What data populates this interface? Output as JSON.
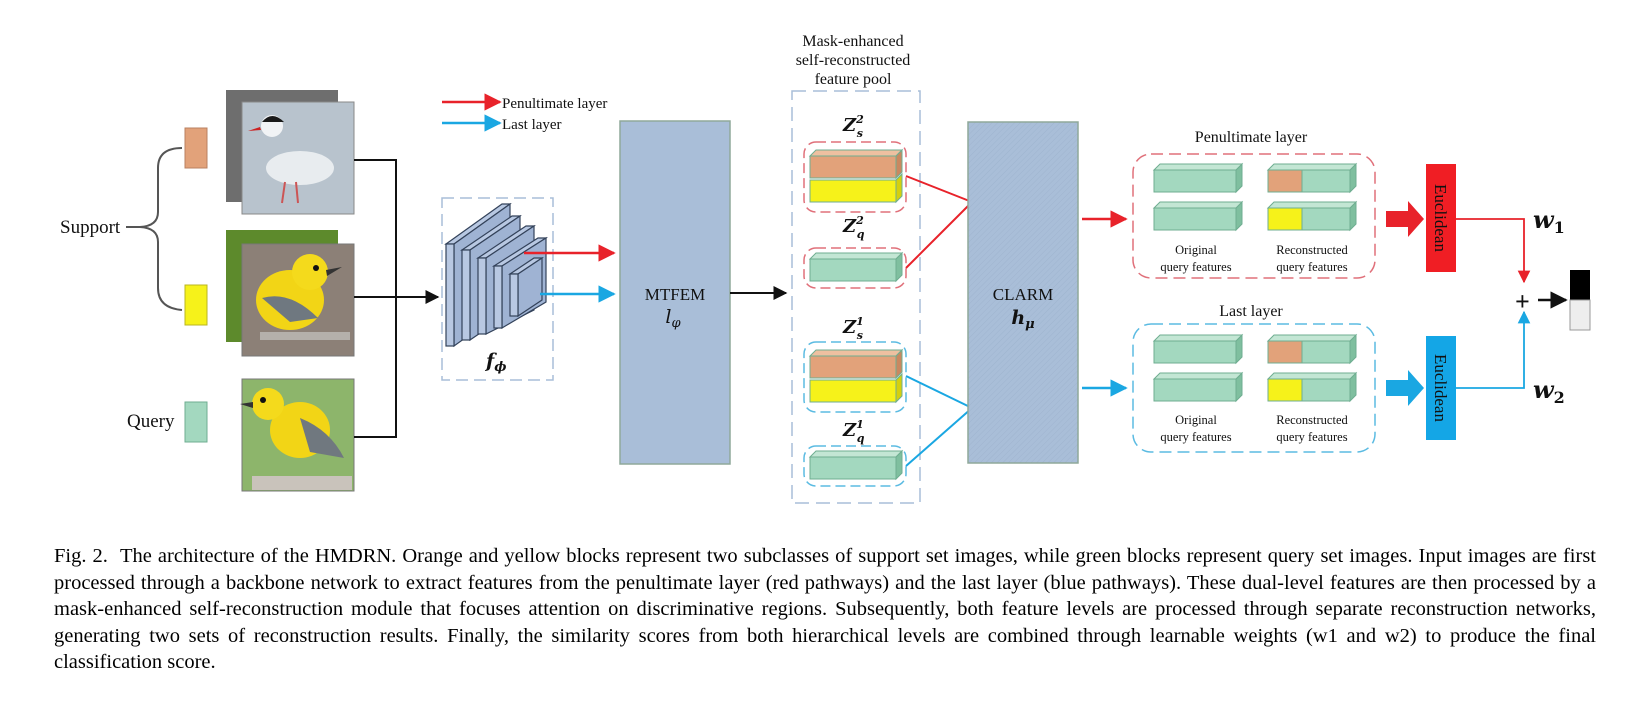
{
  "figure": {
    "support_label": "Support",
    "query_label": "Query",
    "legend": {
      "penultimate": "Penultimate layer",
      "last": "Last layer"
    },
    "backbone_label": "f_φ",
    "mtfem": {
      "name": "MTFEM",
      "symbol": "l_φ"
    },
    "pool_title": [
      "Mask-enhanced",
      "self-reconstructed",
      "feature pool"
    ],
    "pool": {
      "zs2": "Z_s^2",
      "zq2": "Z_q^2",
      "zs1": "Z_s^1",
      "zq1": "Z_q^1"
    },
    "clarm": {
      "name": "CLARM",
      "symbol": "h_μ"
    },
    "group_titles": {
      "top": "Penultimate layer",
      "bottom": "Last layer"
    },
    "group_labels": {
      "original": [
        "Original",
        "query features"
      ],
      "reconstructed": [
        "Reconstructed",
        "query features"
      ]
    },
    "euclidean": "Euclidean",
    "weights": {
      "w1": "w_1",
      "w2": "w_2"
    },
    "plus": "+",
    "colors": {
      "orange": "#e2a27a",
      "yellow": "#f6f21a",
      "green": "#a3d8bf",
      "blue_box": "#a9bed8",
      "red": "#e8222a",
      "cyan": "#1aa7e2"
    }
  },
  "caption": {
    "prefix": "Fig. 2.",
    "text": "The architecture of the HMDRN. Orange and yellow blocks represent two subclasses of support set images, while green blocks represent query set images. Input images are first processed through a backbone network to extract features from the penultimate layer (red pathways) and the last layer (blue pathways). These dual-level features are then processed by a mask-enhanced self-reconstruction module that focuses attention on discriminative regions. Subsequently, both feature levels are processed through separate reconstruction networks, generating two sets of reconstruction results. Finally, the similarity scores from both hierarchical levels are combined through learnable weights (w1 and w2) to produce the final classification score."
  }
}
